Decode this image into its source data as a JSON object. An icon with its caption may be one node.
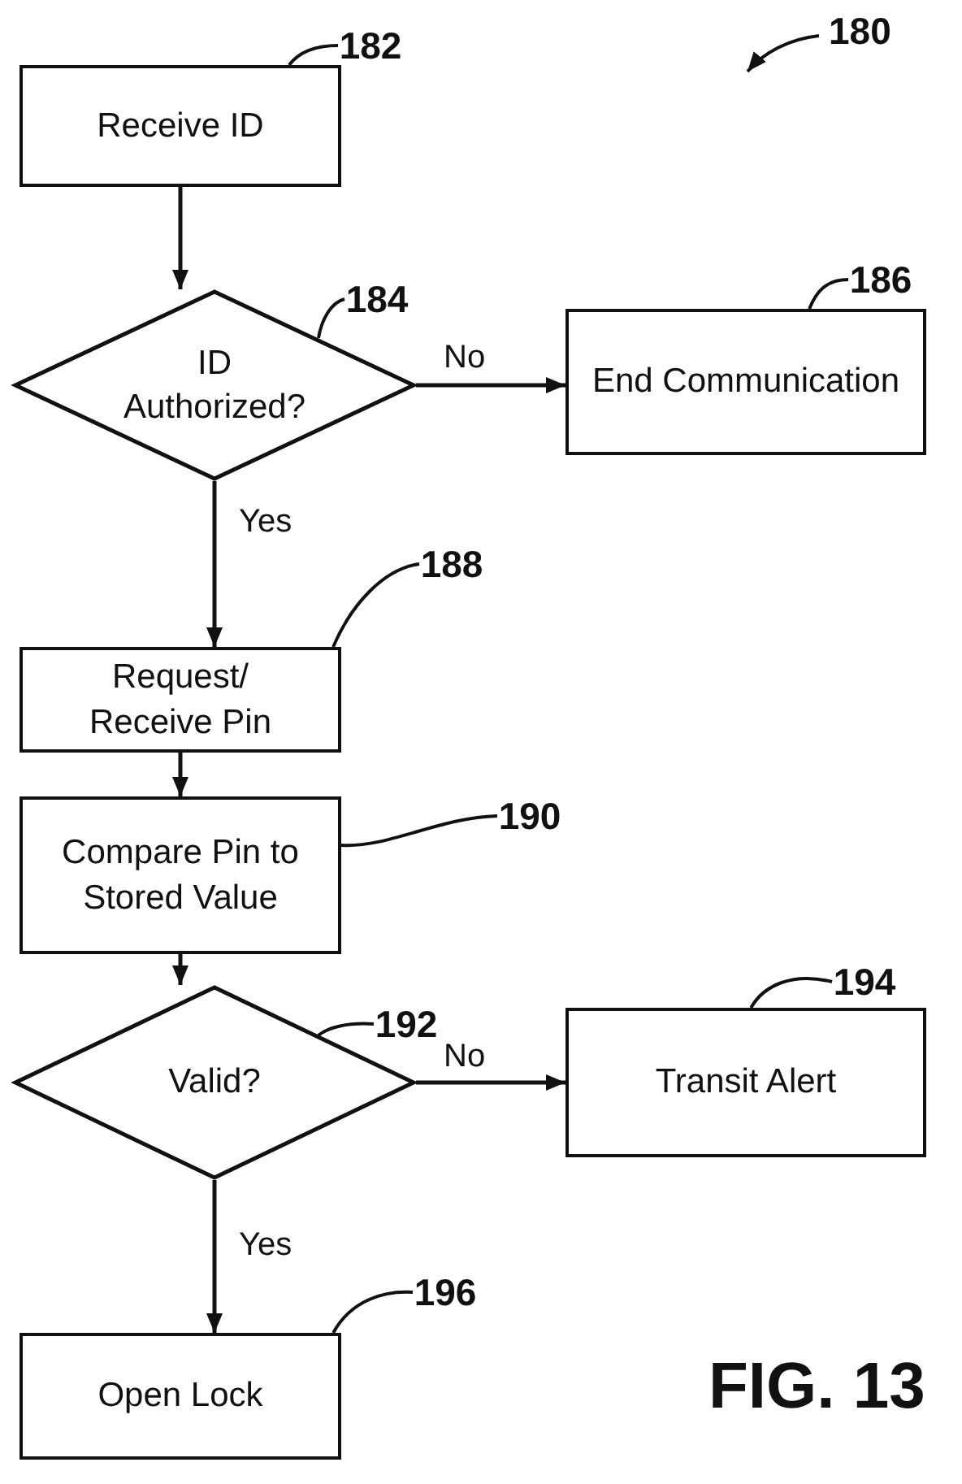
{
  "diagram": {
    "caption": "FIG. 13",
    "nodes": [
      {
        "text": [
          "Receive ID"
        ]
      },
      {
        "text": [
          "ID Authorized?"
        ]
      },
      {
        "text": [
          "End Communication"
        ]
      },
      {
        "text": [
          "Request/ Receive Pin"
        ]
      },
      {
        "text": [
          "Compare Pin to Stored Value"
        ]
      },
      {
        "text": [
          "Valid?"
        ]
      },
      {
        "text": [
          "Transit Alert"
        ]
      },
      {
        "text": [
          "Open Lock"
        ]
      },
      {
        "text": [
          "182"
        ]
      },
      {
        "text": [
          "184"
        ]
      },
      {
        "text": [
          "186"
        ]
      },
      {
        "text": [
          "188"
        ]
      },
      {
        "text": [
          "190"
        ]
      },
      {
        "text": [
          "192"
        ]
      },
      {
        "text": [
          "194"
        ]
      },
      {
        "text": [
          "196"
        ]
      }
    ],
    "edges": [
      {
        "from": 0,
        "to": 1,
        "arrow": "to"
      },
      {
        "from": 1,
        "to": 2,
        "arrow": "to",
        "label": "No"
      },
      {
        "from": 1,
        "to": 3,
        "arrow": "to",
        "label": "Yes"
      },
      {
        "from": 3,
        "to": 4,
        "arrow": "to"
      },
      {
        "from": 4,
        "to": 5,
        "arrow": "to"
      },
      {
        "from": 5,
        "to": 6,
        "arrow": "to",
        "label": "No"
      },
      {
        "from": 5,
        "to": 7,
        "arrow": "to",
        "label": "Yes"
      },
      {
        "from": 8,
        "to": 0,
        "arrow": "none"
      },
      {
        "from": 9,
        "to": 1,
        "arrow": "none"
      },
      {
        "from": 10,
        "to": 2,
        "arrow": "none"
      },
      {
        "from": 11,
        "to": 3,
        "arrow": "none"
      },
      {
        "from": 12,
        "to": 4,
        "arrow": "none"
      },
      {
        "from": 13,
        "to": 5,
        "arrow": "none"
      },
      {
        "from": 14,
        "to": 6,
        "arrow": "none"
      },
      {
        "from": 15,
        "to": 7,
        "arrow": "none"
      }
    ],
    "labels": [
      "180"
    ]
  }
}
